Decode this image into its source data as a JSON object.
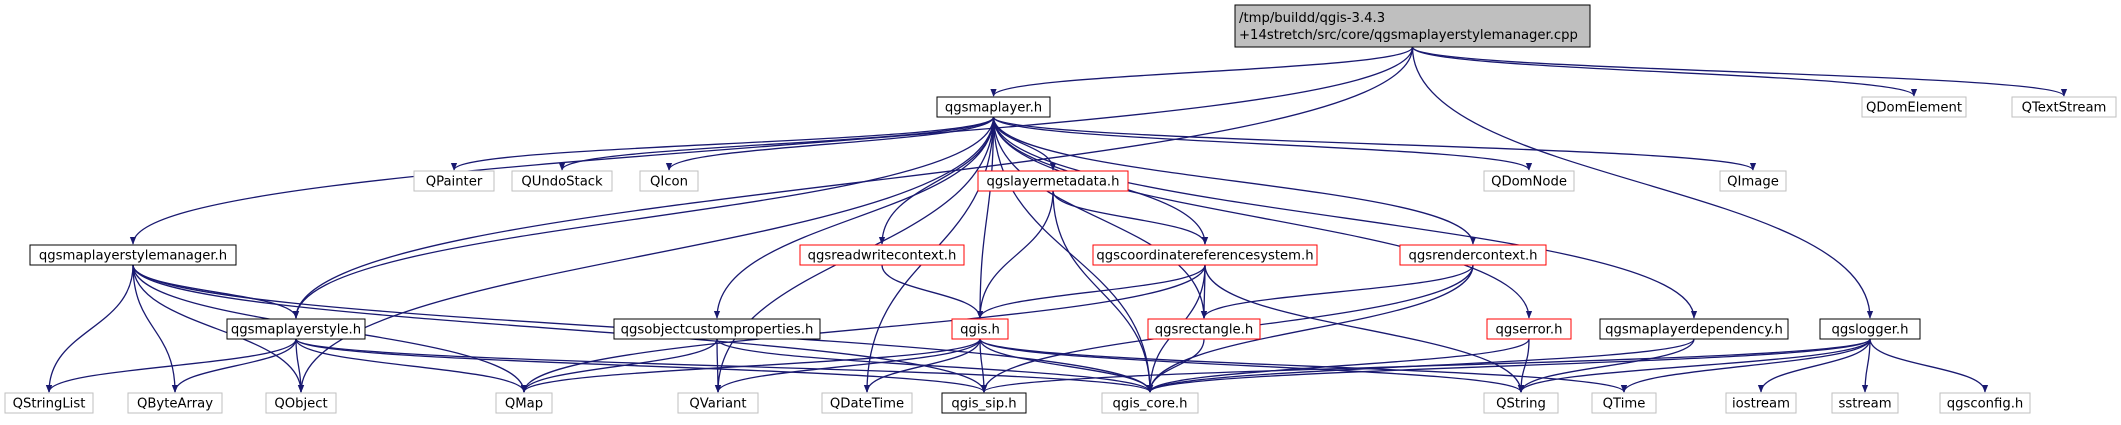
{
  "colors": {
    "edge": "#191970",
    "root_fill": "#bfbfbf",
    "plain_border": "#000000",
    "external_border": "#bfbfbf",
    "external_text": "#7a7a7a",
    "incomplete_border": "#ff0000"
  },
  "nodes": [
    {
      "id": "root",
      "lines": [
        "/tmp/buildd/qgis-3.4.3",
        "+14stretch/src/core/qgsmaplayerstylemanager.cpp"
      ],
      "kind": "root"
    },
    {
      "id": "qgsmaplayer_h",
      "lines": [
        "qgsmaplayer.h"
      ],
      "kind": "plain"
    },
    {
      "id": "qdomelement",
      "lines": [
        "QDomElement"
      ],
      "kind": "external"
    },
    {
      "id": "qtextstream",
      "lines": [
        "QTextStream"
      ],
      "kind": "external"
    },
    {
      "id": "qpainter",
      "lines": [
        "QPainter"
      ],
      "kind": "external"
    },
    {
      "id": "qundostack",
      "lines": [
        "QUndoStack"
      ],
      "kind": "external"
    },
    {
      "id": "qicon",
      "lines": [
        "QIcon"
      ],
      "kind": "external"
    },
    {
      "id": "qgslayermetadata_h",
      "lines": [
        "qgslayermetadata.h"
      ],
      "kind": "incomplete"
    },
    {
      "id": "qdomnode",
      "lines": [
        "QDomNode"
      ],
      "kind": "external"
    },
    {
      "id": "qimage",
      "lines": [
        "QImage"
      ],
      "kind": "external"
    },
    {
      "id": "qgsmaplayerstylemanager_h",
      "lines": [
        "qgsmaplayerstylemanager.h"
      ],
      "kind": "plain"
    },
    {
      "id": "qgsreadwritecontext_h",
      "lines": [
        "qgsreadwritecontext.h"
      ],
      "kind": "incomplete"
    },
    {
      "id": "qgscoordinatereferencesystem_h",
      "lines": [
        "qgscoordinatereferencesystem.h"
      ],
      "kind": "incomplete"
    },
    {
      "id": "qgsrendercontext_h",
      "lines": [
        "qgsrendercontext.h"
      ],
      "kind": "incomplete"
    },
    {
      "id": "qgsmaplayerstyle_h",
      "lines": [
        "qgsmaplayerstyle.h"
      ],
      "kind": "plain"
    },
    {
      "id": "qgsobjectcustomproperties_h",
      "lines": [
        "qgsobjectcustomproperties.h"
      ],
      "kind": "plain"
    },
    {
      "id": "qgis_h",
      "lines": [
        "qgis.h"
      ],
      "kind": "incomplete"
    },
    {
      "id": "qgsrectangle_h",
      "lines": [
        "qgsrectangle.h"
      ],
      "kind": "incomplete"
    },
    {
      "id": "qgserror_h",
      "lines": [
        "qgserror.h"
      ],
      "kind": "incomplete"
    },
    {
      "id": "qgsmaplayerdependency_h",
      "lines": [
        "qgsmaplayerdependency.h"
      ],
      "kind": "plain"
    },
    {
      "id": "qgslogger_h",
      "lines": [
        "qgslogger.h"
      ],
      "kind": "plain"
    },
    {
      "id": "qstringlist",
      "lines": [
        "QStringList"
      ],
      "kind": "external"
    },
    {
      "id": "qbytearray",
      "lines": [
        "QByteArray"
      ],
      "kind": "external"
    },
    {
      "id": "qobject",
      "lines": [
        "QObject"
      ],
      "kind": "external"
    },
    {
      "id": "qmap",
      "lines": [
        "QMap"
      ],
      "kind": "external"
    },
    {
      "id": "qvariant",
      "lines": [
        "QVariant"
      ],
      "kind": "external"
    },
    {
      "id": "qdatetime",
      "lines": [
        "QDateTime"
      ],
      "kind": "external"
    },
    {
      "id": "qgis_sip_h",
      "lines": [
        "qgis_sip.h"
      ],
      "kind": "plain"
    },
    {
      "id": "qgis_core_h",
      "lines": [
        "qgis_core.h"
      ],
      "kind": "external"
    },
    {
      "id": "qstring",
      "lines": [
        "QString"
      ],
      "kind": "external"
    },
    {
      "id": "qtime",
      "lines": [
        "QTime"
      ],
      "kind": "external"
    },
    {
      "id": "iostream",
      "lines": [
        "iostream"
      ],
      "kind": "external"
    },
    {
      "id": "sstream",
      "lines": [
        "sstream"
      ],
      "kind": "external"
    },
    {
      "id": "qgsconfig_h",
      "lines": [
        "qgsconfig.h"
      ],
      "kind": "external"
    }
  ],
  "edges": [
    [
      "root",
      "qgsmaplayer_h"
    ],
    [
      "root",
      "qdomelement"
    ],
    [
      "root",
      "qtextstream"
    ],
    [
      "root",
      "qgsmaplayerstylemanager_h"
    ],
    [
      "root",
      "qgsmaplayerstyle_h"
    ],
    [
      "root",
      "qgslogger_h"
    ],
    [
      "qgsmaplayer_h",
      "qpainter"
    ],
    [
      "qgsmaplayer_h",
      "qundostack"
    ],
    [
      "qgsmaplayer_h",
      "qicon"
    ],
    [
      "qgsmaplayer_h",
      "qgslayermetadata_h"
    ],
    [
      "qgsmaplayer_h",
      "qdomnode"
    ],
    [
      "qgsmaplayer_h",
      "qimage"
    ],
    [
      "qgsmaplayer_h",
      "qgsreadwritecontext_h"
    ],
    [
      "qgsmaplayer_h",
      "qgscoordinatereferencesystem_h"
    ],
    [
      "qgsmaplayer_h",
      "qgsrendercontext_h"
    ],
    [
      "qgsmaplayer_h",
      "qgsmaplayerstyle_h"
    ],
    [
      "qgsmaplayer_h",
      "qgsobjectcustomproperties_h"
    ],
    [
      "qgsmaplayer_h",
      "qgis_h"
    ],
    [
      "qgsmaplayer_h",
      "qgsrectangle_h"
    ],
    [
      "qgsmaplayer_h",
      "qgserror_h"
    ],
    [
      "qgsmaplayer_h",
      "qgsmaplayerdependency_h"
    ],
    [
      "qgsmaplayer_h",
      "qobject"
    ],
    [
      "qgsmaplayer_h",
      "qvariant"
    ],
    [
      "qgsmaplayer_h",
      "qdatetime"
    ],
    [
      "qgsmaplayer_h",
      "qgis_core_h"
    ],
    [
      "qgslayermetadata_h",
      "qgis_h"
    ],
    [
      "qgslayermetadata_h",
      "qgscoordinatereferencesystem_h"
    ],
    [
      "qgslayermetadata_h",
      "qgis_core_h"
    ],
    [
      "qgsmaplayerstylemanager_h",
      "qgsmaplayerstyle_h"
    ],
    [
      "qgsmaplayerstylemanager_h",
      "qstringlist"
    ],
    [
      "qgsmaplayerstylemanager_h",
      "qbytearray"
    ],
    [
      "qgsmaplayerstylemanager_h",
      "qobject"
    ],
    [
      "qgsmaplayerstylemanager_h",
      "qmap"
    ],
    [
      "qgsmaplayerstylemanager_h",
      "qgis_core_h"
    ],
    [
      "qgsmaplayerstylemanager_h",
      "qgis_sip_h"
    ],
    [
      "qgsreadwritecontext_h",
      "qgis_h"
    ],
    [
      "qgscoordinatereferencesystem_h",
      "qgis_h"
    ],
    [
      "qgscoordinatereferencesystem_h",
      "qgsrectangle_h"
    ],
    [
      "qgscoordinatereferencesystem_h",
      "qgis_core_h"
    ],
    [
      "qgscoordinatereferencesystem_h",
      "qmap"
    ],
    [
      "qgscoordinatereferencesystem_h",
      "qstring"
    ],
    [
      "qgsrendercontext_h",
      "qgsrectangle_h"
    ],
    [
      "qgsrendercontext_h",
      "qgis_core_h"
    ],
    [
      "qgsrendercontext_h",
      "qgis_sip_h"
    ],
    [
      "qgsmaplayerstyle_h",
      "qstringlist"
    ],
    [
      "qgsmaplayerstyle_h",
      "qbytearray"
    ],
    [
      "qgsmaplayerstyle_h",
      "qobject"
    ],
    [
      "qgsmaplayerstyle_h",
      "qmap"
    ],
    [
      "qgsmaplayerstyle_h",
      "qgis_core_h"
    ],
    [
      "qgsmaplayerstyle_h",
      "qgis_sip_h"
    ],
    [
      "qgsobjectcustomproperties_h",
      "qmap"
    ],
    [
      "qgsobjectcustomproperties_h",
      "qvariant"
    ],
    [
      "qgsobjectcustomproperties_h",
      "qgis_core_h"
    ],
    [
      "qgis_h",
      "qmap"
    ],
    [
      "qgis_h",
      "qvariant"
    ],
    [
      "qgis_h",
      "qdatetime"
    ],
    [
      "qgis_h",
      "qgis_sip_h"
    ],
    [
      "qgis_h",
      "qgis_core_h"
    ],
    [
      "qgis_h",
      "qstring"
    ],
    [
      "qgis_h",
      "qtime"
    ],
    [
      "qgsrectangle_h",
      "qgis_core_h"
    ],
    [
      "qgserror_h",
      "qgis_core_h"
    ],
    [
      "qgserror_h",
      "qstring"
    ],
    [
      "qgsmaplayerdependency_h",
      "qgis_core_h"
    ],
    [
      "qgsmaplayerdependency_h",
      "qstring"
    ],
    [
      "qgslogger_h",
      "qgis_core_h"
    ],
    [
      "qgslogger_h",
      "qgis_sip_h"
    ],
    [
      "qgslogger_h",
      "qstring"
    ],
    [
      "qgslogger_h",
      "qtime"
    ],
    [
      "qgslogger_h",
      "iostream"
    ],
    [
      "qgslogger_h",
      "sstream"
    ],
    [
      "qgslogger_h",
      "qgsconfig_h"
    ]
  ]
}
